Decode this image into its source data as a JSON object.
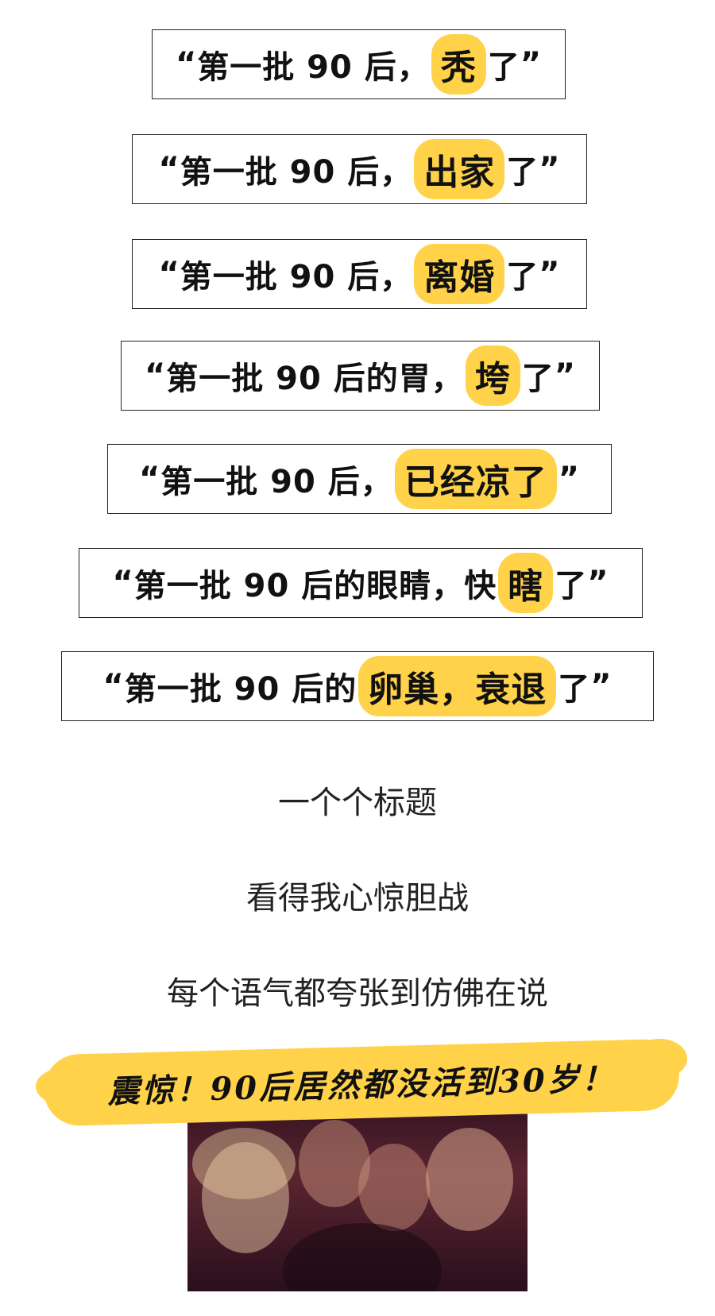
{
  "headlines": [
    {
      "open_quote": "“",
      "before": "第一批 90 后，",
      "highlight": "秃",
      "after": "了",
      "close_quote": "”"
    },
    {
      "open_quote": "“",
      "before": "第一批 90 后，",
      "highlight": "出家",
      "after": "了",
      "close_quote": "”"
    },
    {
      "open_quote": "“",
      "before": "第一批 90 后，",
      "highlight": "离婚",
      "after": "了",
      "close_quote": "”"
    },
    {
      "open_quote": "“",
      "before": "第一批 90 后的胃，",
      "highlight": "垮",
      "after": "了",
      "close_quote": "”"
    },
    {
      "open_quote": "“",
      "before": "第一批 90 后，",
      "highlight": "已经凉了",
      "after": "",
      "close_quote": "”"
    },
    {
      "open_quote": "“",
      "before": "第一批 90 后的眼睛，快",
      "highlight": "瞎",
      "after": "了",
      "close_quote": "”"
    },
    {
      "open_quote": "“",
      "before": "第一批 90 后的",
      "highlight": "卵巢，衰退",
      "after": "了",
      "close_quote": "”"
    }
  ],
  "body_lines": [
    "一个个标题",
    "看得我心惊胆战",
    "每个语气都夸张到仿佛在说"
  ],
  "banner_text": "震惊！90后居然都没活到30岁！",
  "colors": {
    "highlight": "#ffd24a",
    "border": "#222222",
    "text": "#111111"
  }
}
